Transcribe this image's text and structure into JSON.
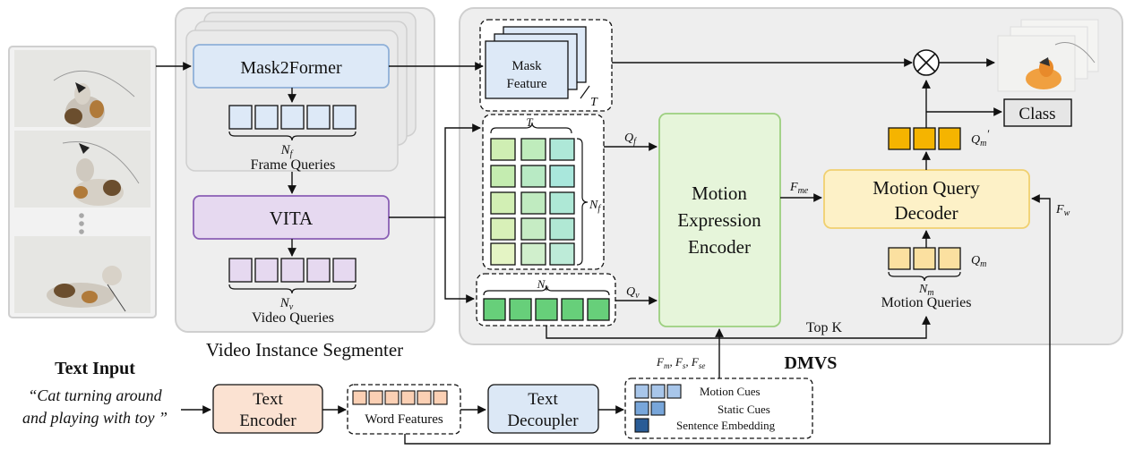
{
  "segmenter": {
    "title": "Video Instance Segmenter",
    "mask2former": "Mask2Former",
    "vita": "VITA",
    "frame_queries_sym": "N",
    "frame_queries_sub": "f",
    "frame_queries_label": "Frame Queries",
    "video_queries_sym": "N",
    "video_queries_sub": "v",
    "video_queries_label": "Video Queries"
  },
  "dmvs": {
    "title": "DMVS",
    "mask_feature_line1": "Mask",
    "mask_feature_line2": "Feature",
    "t_label": "T",
    "grid_t_label": "T",
    "grid_nf_sym": "N",
    "grid_nf_sub": "f",
    "qf_sym": "Q",
    "qf_sub": "f",
    "qv_sym": "Q",
    "qv_sub": "v",
    "nv_sym": "N",
    "nv_sub": "v",
    "mee_line1": "Motion",
    "mee_line2": "Expression",
    "mee_line3": "Encoder",
    "fme_sym": "F",
    "fme_sub": "me",
    "mqd_line1": "Motion Query",
    "mqd_line2": "Decoder",
    "qm_prime_sym": "Q",
    "qm_prime_sub": "m",
    "qm_sym": "Q",
    "qm_sub": "m",
    "nm_sym": "N",
    "nm_sub": "m",
    "motion_queries_label": "Motion Queries",
    "topk_label": "Top K",
    "class_label": "Class",
    "fw_sym": "F",
    "fw_sub": "w",
    "multiply_symbol": "⊗"
  },
  "text_branch": {
    "title": "Text Input",
    "quote_line1": "“Cat turning around",
    "quote_line2": "and playing with toy ”",
    "text_encoder_line1": "Text",
    "text_encoder_line2": "Encoder",
    "word_features": "Word Features",
    "text_decoupler_line1": "Text",
    "text_decoupler_line2": "Decoupler",
    "f_labels": "Fm, Fs, Fse",
    "motion_cues": "Motion Cues",
    "static_cues": "Static Cues",
    "sentence_embedding": "Sentence Embedding"
  },
  "colors": {
    "mask2former_fill": "#dde9f7",
    "mask2former_stroke": "#8fb0d8",
    "vita_fill": "#e6d9f0",
    "vita_stroke": "#8a5fb5",
    "mee_fill": "#e6f5da",
    "mee_stroke": "#9ccf7f",
    "mqd_fill": "#fdf1c7",
    "mqd_stroke": "#f0d070",
    "query_orange": "#f5b400",
    "query_green": "#67cf7a",
    "text_encoder_fill": "#fbe2d2",
    "text_decoupler_fill": "#dce8f6",
    "panel_fill": "#eeeeee"
  }
}
